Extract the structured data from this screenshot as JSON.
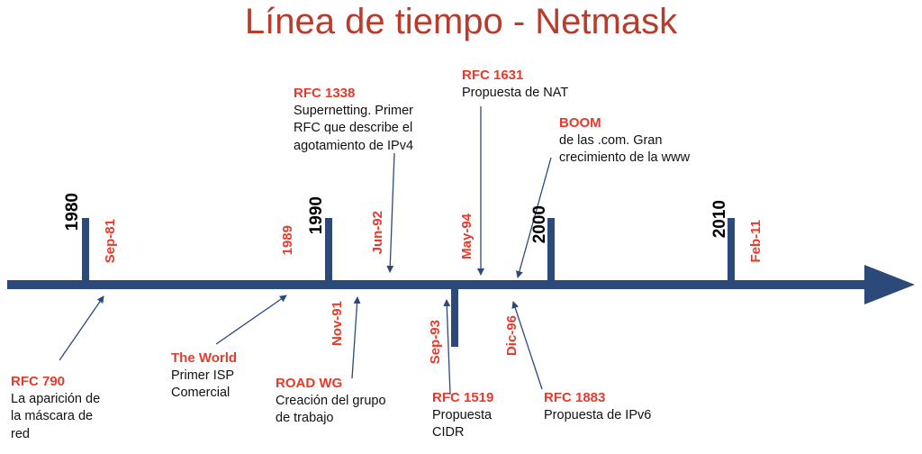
{
  "title": "Línea de tiempo - Netmask",
  "colors": {
    "axis": "#2b4a7a",
    "title": "#b83b2c",
    "highlight": "#e8392a"
  },
  "years": [
    "1980",
    "1990",
    "2000",
    "2010"
  ],
  "dates": {
    "sep81": "Sep-81",
    "y1989": "1989",
    "jun92": "Jun-92",
    "may94": "May-94",
    "feb11": "Feb-11",
    "nov91": "Nov-91",
    "sep93": "Sep-93",
    "dic96": "Dic-96"
  },
  "events": {
    "rfc790": {
      "title": "RFC 790",
      "lines": [
        "La aparición de",
        "la máscara de",
        "red"
      ]
    },
    "world": {
      "title": "The World",
      "lines": [
        "Primer ISP",
        "Comercial"
      ]
    },
    "roadwg": {
      "title": "ROAD WG",
      "lines": [
        "Creación del grupo",
        "de trabajo"
      ]
    },
    "rfc1519": {
      "title": "RFC 1519",
      "lines": [
        "Propuesta",
        "CIDR"
      ]
    },
    "rfc1883": {
      "title": "RFC 1883",
      "lines": [
        "Propuesta de IPv6"
      ]
    },
    "rfc1338": {
      "title": "RFC 1338",
      "lines": [
        "Supernetting. Primer",
        "RFC que describe el",
        "agotamiento de IPv4"
      ]
    },
    "rfc1631": {
      "title": "RFC 1631",
      "lines": [
        "Propuesta de NAT"
      ]
    },
    "boom": {
      "title": "BOOM",
      "lines": [
        "de las .com. Gran",
        "crecimiento de la www"
      ]
    }
  }
}
